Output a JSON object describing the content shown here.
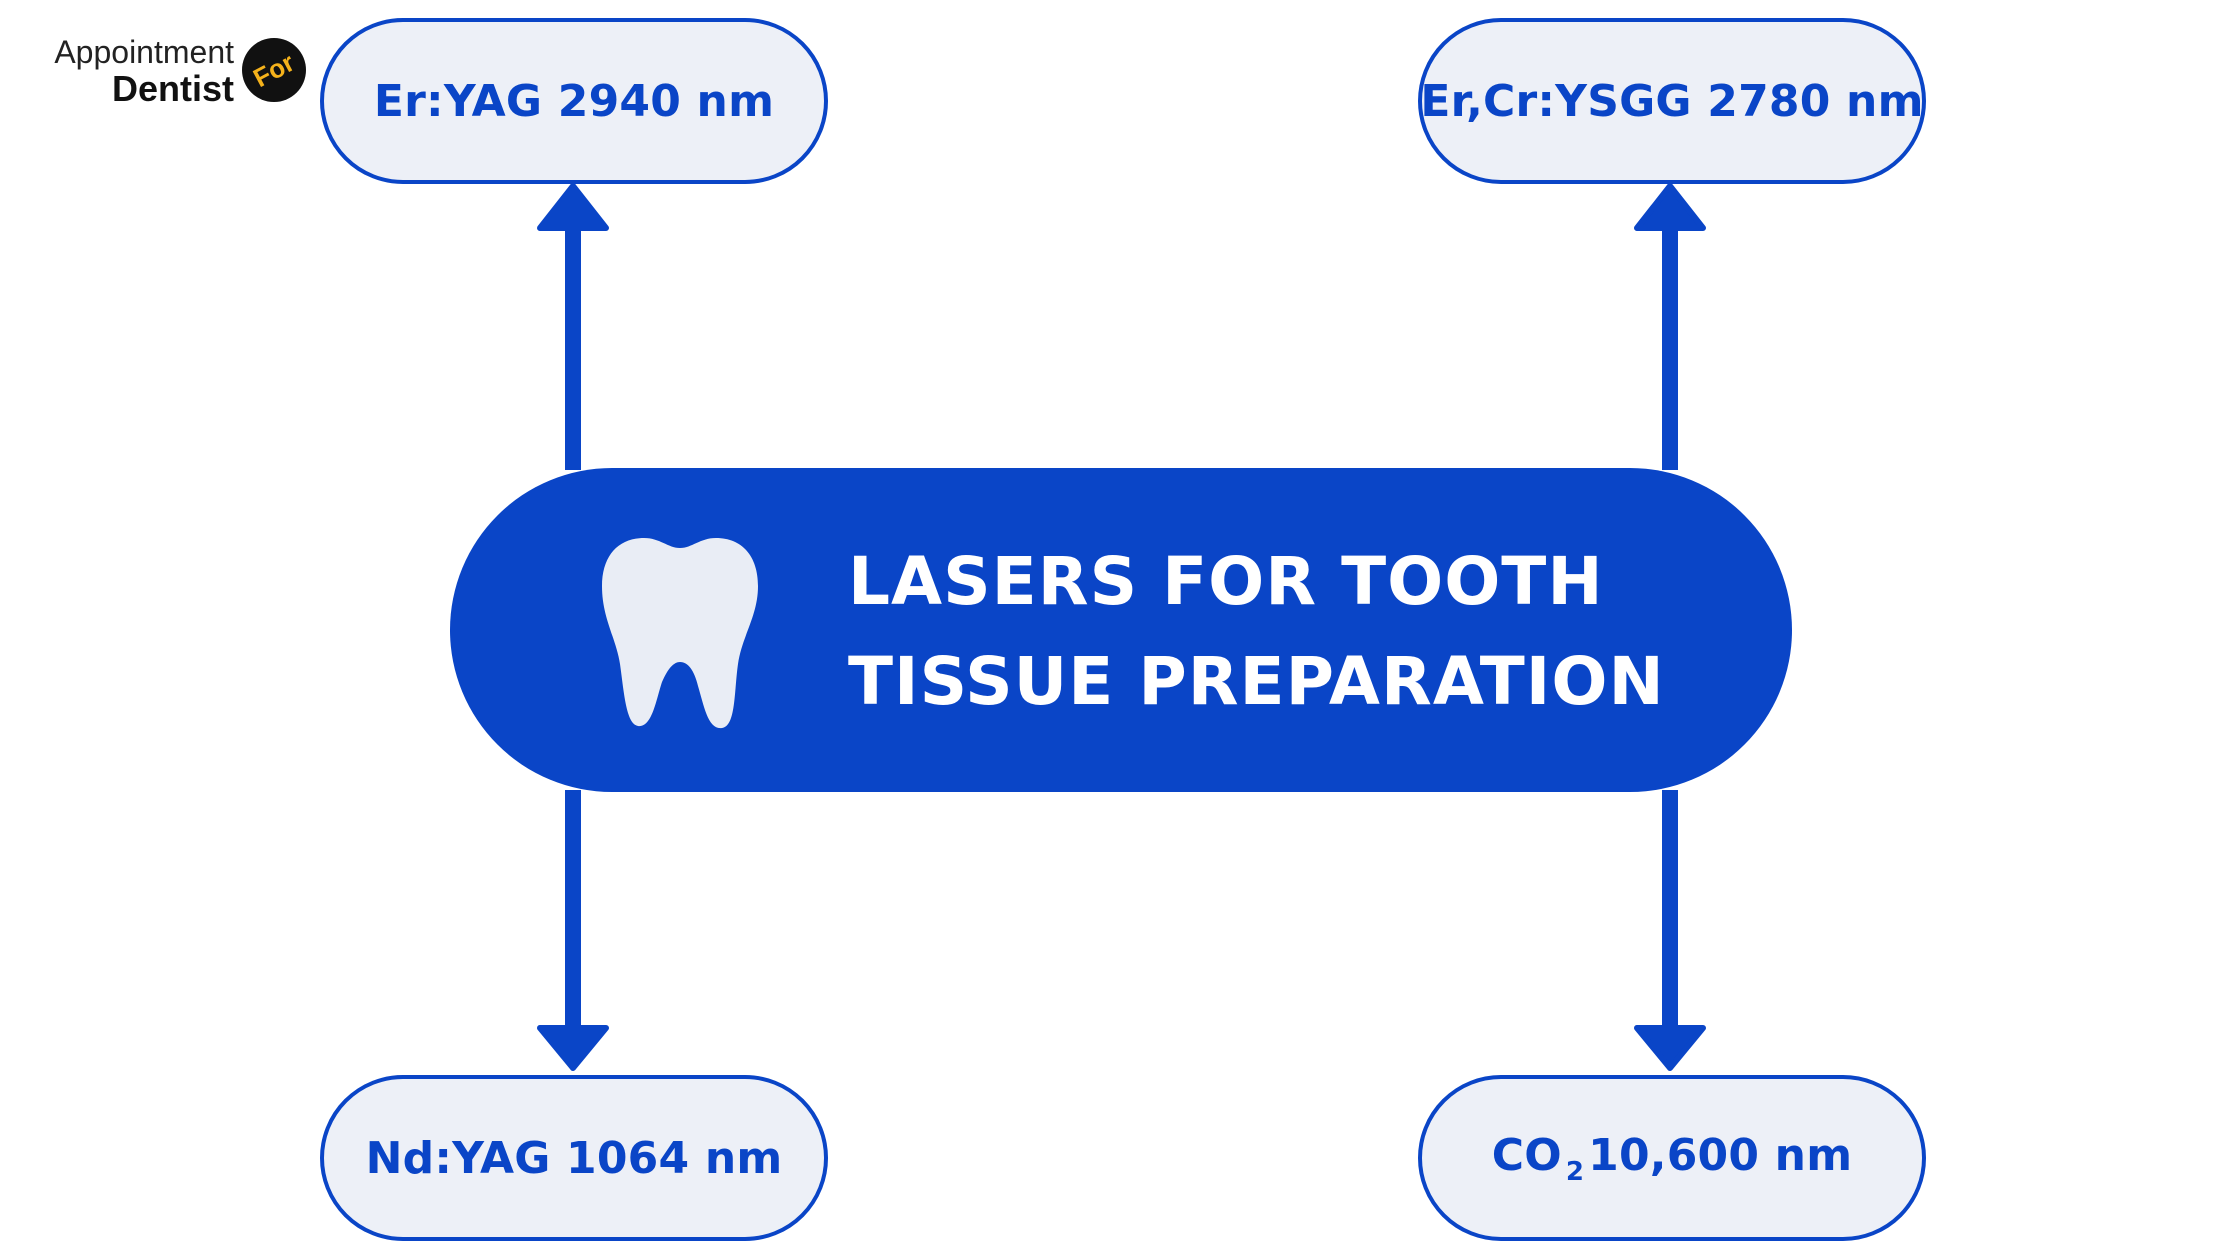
{
  "logo": {
    "line1": "Appointment",
    "line2": "Dentist",
    "badge": "For",
    "badge_color": "#f5b21b"
  },
  "central": {
    "title_line1": "LASERS FOR TOOTH",
    "title_line2": "TISSUE PREPARATION",
    "icon": "tooth-icon"
  },
  "nodes": {
    "top_left": "Er:YAG 2940 nm",
    "top_right": "Er,Cr:YSGG 2780 nm",
    "bottom_left": "Nd:YAG 1064 nm",
    "bottom_right": {
      "prefix": "CO",
      "subscript": "2",
      "suffix": "10,600 nm"
    }
  },
  "colors": {
    "primary": "#0a45c7",
    "pill_fill": "#edf0f7",
    "background": "#ffffff"
  }
}
